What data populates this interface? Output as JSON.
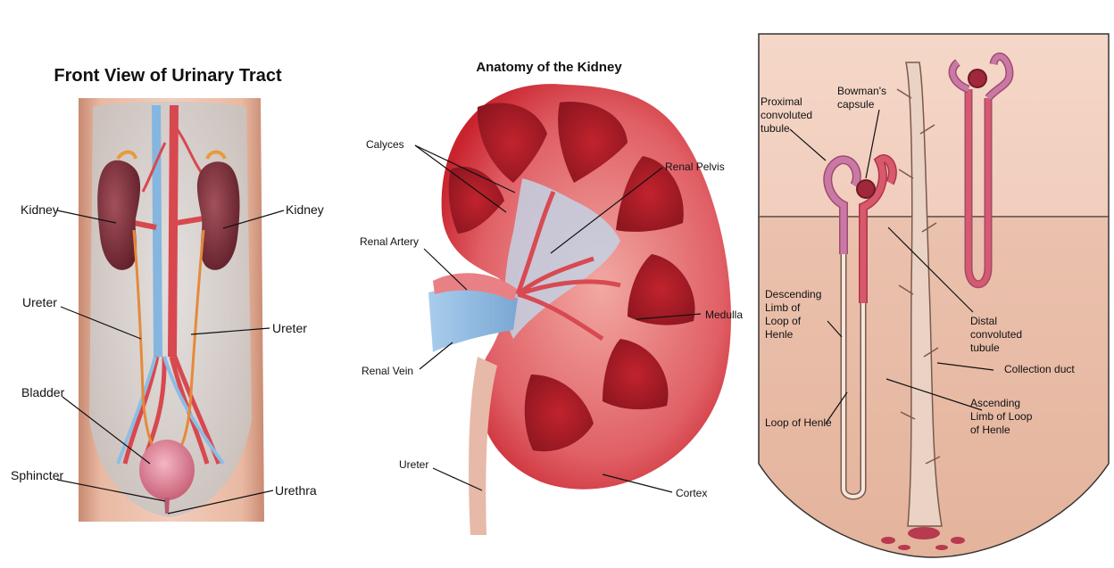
{
  "panels": {
    "urinary_tract": {
      "title": "Front View of Urinary Tract",
      "labels": {
        "kidney_left": "Kidney",
        "kidney_right": "Kidney",
        "ureter_left": "Ureter",
        "ureter_right": "Ureter",
        "bladder": "Bladder",
        "sphincter": "Sphincter",
        "urethra": "Urethra"
      }
    },
    "kidney": {
      "title": "Anatomy of the Kidney",
      "labels": {
        "calyces": "Calyces",
        "renal_pelvis": "Renal Pelvis",
        "renal_artery": "Renal Artery",
        "medulla": "Medulla",
        "renal_vein": "Renal Vein",
        "ureter": "Ureter",
        "cortex": "Cortex"
      }
    },
    "nephron": {
      "labels": {
        "proximal_1": "Proximal",
        "proximal_2": "convoluted",
        "proximal_3": "tubule",
        "bowman_1": "Bowman's",
        "bowman_2": "capsule",
        "descending_1": "Descending",
        "descending_2": "Limb of",
        "descending_3": "Loop of",
        "descending_4": "Henle",
        "distal_1": "Distal",
        "distal_2": "convoluted",
        "distal_3": "tubule",
        "collection_duct": "Collection duct",
        "loop_of_henle": "Loop of Henle",
        "ascending_1": "Ascending",
        "ascending_2": "Limb of Loop",
        "ascending_3": "of Henle"
      }
    }
  },
  "colors": {
    "skin": "#e8b49a",
    "kidney_dark": "#7a2a34",
    "artery": "#d9434c",
    "vein": "#7fb0dc",
    "ureter": "#e58a3a",
    "bladder": "#e58aa0",
    "cortex": "#c9242e",
    "nephron_pink": "#b0517a",
    "nephron_red": "#c93c4e"
  }
}
